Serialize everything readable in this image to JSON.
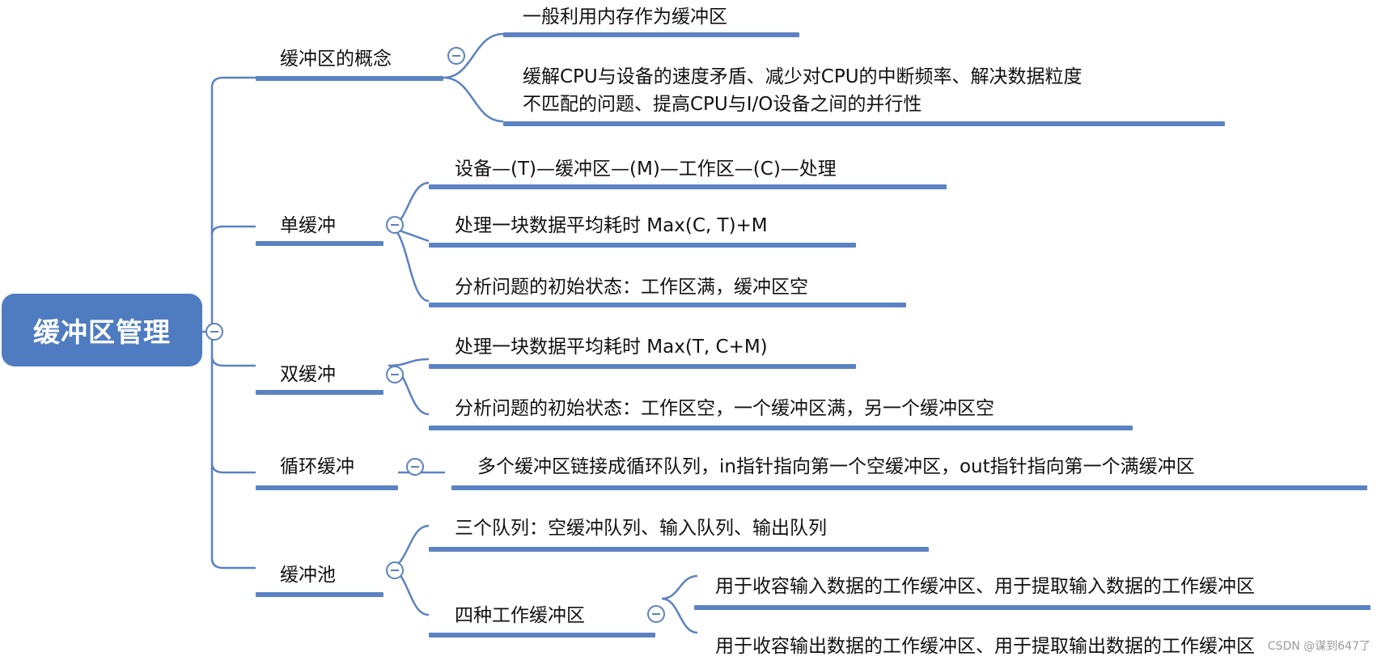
{
  "root": {
    "label": "缓冲区管理"
  },
  "branches": [
    {
      "label": "缓冲区的概念",
      "children": [
        {
          "label": "一般利用内存作为缓冲区"
        },
        {
          "lines": [
            "缓解CPU与设备的速度矛盾、减少对CPU的中断频率、解决数据粒度",
            "不匹配的问题、提高CPU与I/O设备之间的并行性"
          ]
        }
      ]
    },
    {
      "label": "单缓冲",
      "children": [
        {
          "label": "设备—(T)—缓冲区—(M)—工作区—(C)—处理"
        },
        {
          "label": "处理一块数据平均耗时 Max(C, T)+M"
        },
        {
          "label": "分析问题的初始状态：工作区满，缓冲区空"
        }
      ]
    },
    {
      "label": "双缓冲",
      "children": [
        {
          "label": "处理一块数据平均耗时 Max(T, C+M)"
        },
        {
          "label": "分析问题的初始状态：工作区空，一个缓冲区满，另一个缓冲区空"
        }
      ]
    },
    {
      "label": "循环缓冲",
      "children": [
        {
          "label": "多个缓冲区链接成循环队列，in指针指向第一个空缓冲区，out指针指向第一个满缓冲区"
        }
      ]
    },
    {
      "label": "缓冲池",
      "children": [
        {
          "label": "三个队列：空缓冲队列、输入队列、输出队列"
        },
        {
          "label": "四种工作缓冲区",
          "children": [
            {
              "label": "用于收容输入数据的工作缓冲区、用于提取输入数据的工作缓冲区"
            },
            {
              "label": "用于收容输出数据的工作缓冲区、用于提取输出数据的工作缓冲区"
            }
          ]
        }
      ]
    }
  ],
  "watermark": "CSDN @谋到647了",
  "colors": {
    "accent": "#5b82c2",
    "root_fill": "#4f7cc0",
    "root_text": "#ffffff"
  },
  "icons": {
    "collapse": "minus-circle-icon"
  }
}
